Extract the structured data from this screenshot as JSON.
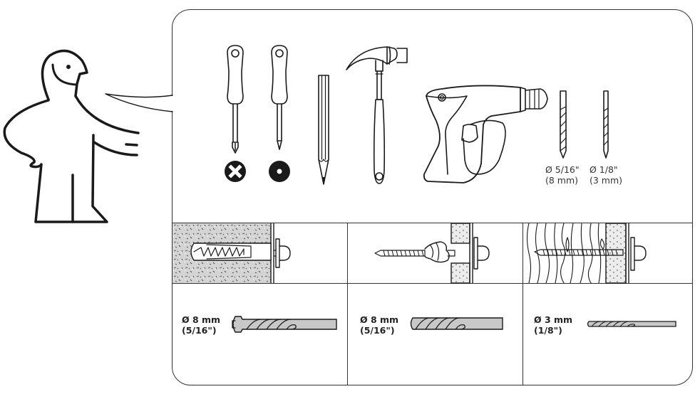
{
  "figure": {
    "type": "assembly-instruction-tools",
    "character": "ikea-man-pointing",
    "speech_bubble_tools": [
      {
        "name": "phillips-screwdriver",
        "tip_symbol": "cross-in-circle"
      },
      {
        "name": "flathead-screwdriver",
        "tip_symbol": "dot-in-circle"
      },
      {
        "name": "pencil"
      },
      {
        "name": "claw-hammer"
      },
      {
        "name": "power-drill"
      },
      {
        "name": "drill-bit-large",
        "label_line1": "Ø 5/16\"",
        "label_line2": "(8 mm)"
      },
      {
        "name": "drill-bit-small",
        "label_line1": "Ø 1/8\"",
        "label_line2": "(3 mm)"
      }
    ]
  },
  "wall_types": [
    {
      "name": "concrete-wall",
      "fixing": "expansion-anchor"
    },
    {
      "name": "hollow-wall",
      "fixing": "toggle-anchor"
    },
    {
      "name": "wood-stud-wall",
      "fixing": "wood-screw"
    }
  ],
  "drill_specs": [
    {
      "wall": "concrete",
      "line1": "Ø 8 mm",
      "line2": "(5/16\")",
      "bit": "masonry-bit"
    },
    {
      "wall": "hollow",
      "line1": "Ø 8 mm",
      "line2": "(5/16\")",
      "bit": "twist-bit"
    },
    {
      "wall": "wood",
      "line1": "Ø 3 mm",
      "line2": "(1/8\")",
      "bit": "thin-twist-bit"
    }
  ],
  "colors": {
    "line": "#1a1a1a",
    "concrete_fill": "#d4d4d4",
    "bit_fill": "#c8c8c8",
    "plaster_fill": "#ececec"
  }
}
